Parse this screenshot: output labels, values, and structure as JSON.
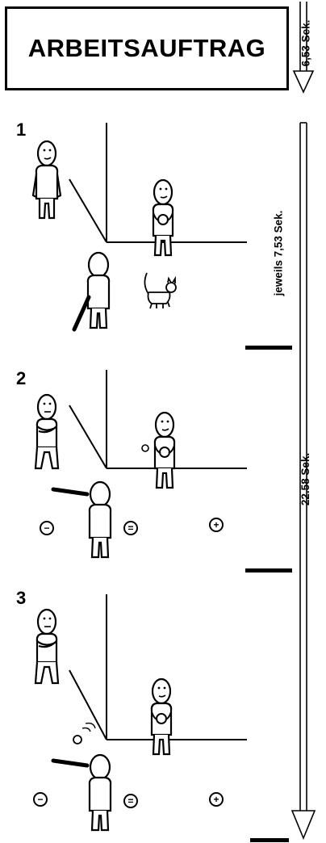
{
  "title": "ARBEITSAUFTRAG",
  "timeline": {
    "intro_duration": "6,53 Sek.",
    "each_panel_duration": "jeweils 7,53 Sek.",
    "total_duration": "22.58 Sek."
  },
  "panels": [
    {
      "number": "1",
      "scale_visible": false
    },
    {
      "number": "2",
      "scale_visible": true,
      "scale": [
        "−",
        "=",
        "+"
      ]
    },
    {
      "number": "3",
      "scale_visible": true,
      "scale": [
        "−",
        "=",
        "+"
      ]
    }
  ]
}
